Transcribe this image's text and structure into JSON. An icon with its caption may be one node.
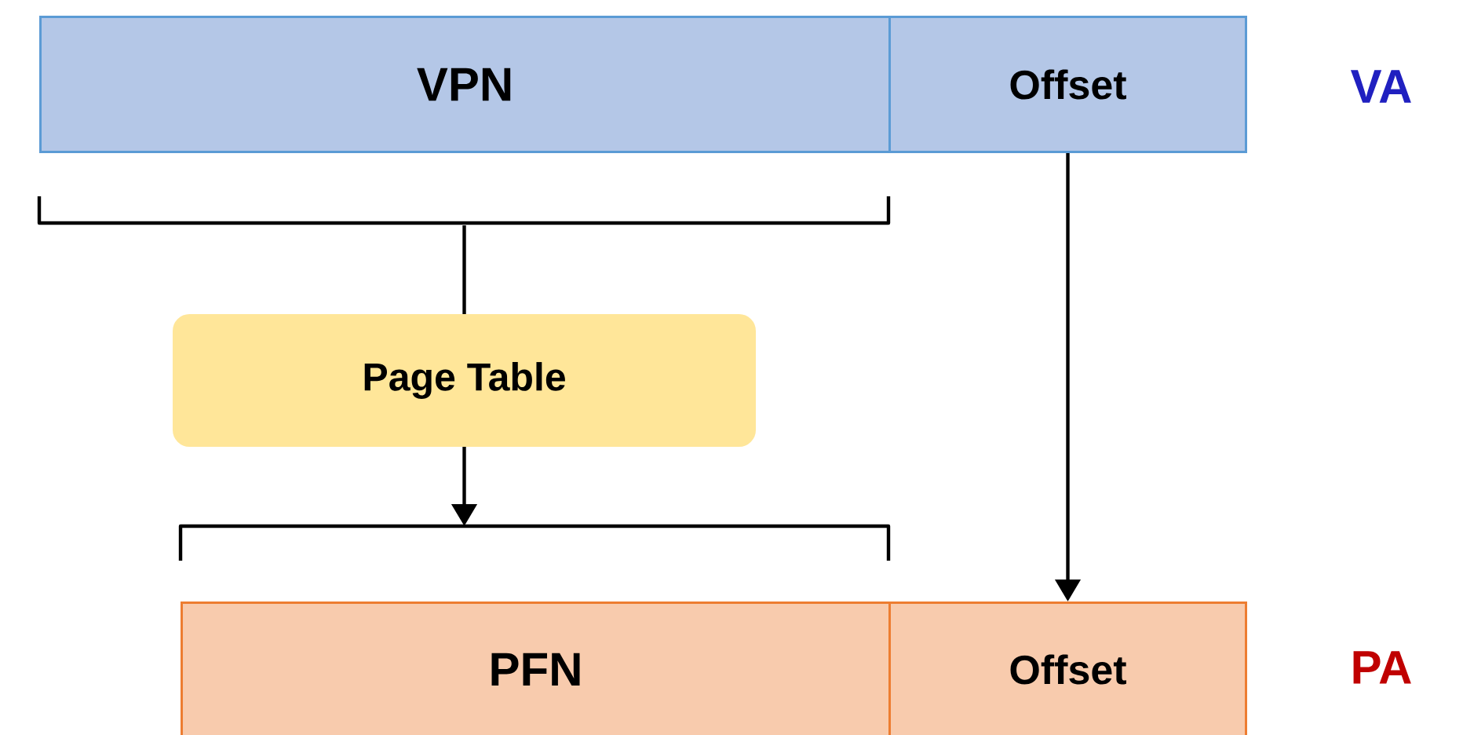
{
  "diagram": {
    "nodes": [
      {
        "text": [
          "VPN"
        ]
      },
      {
        "text": [
          "Offset"
        ]
      },
      {
        "text": [
          "Page Table"
        ]
      },
      {
        "text": [
          "PFN"
        ]
      },
      {
        "text": [
          "Offset"
        ]
      }
    ],
    "edges": [
      {
        "from": 0,
        "to": 2,
        "arrow": "none"
      },
      {
        "from": 2,
        "to": 3,
        "arrow": "to"
      },
      {
        "from": 1,
        "to": 4,
        "arrow": "to"
      }
    ],
    "labels": [
      "VA",
      "PA"
    ]
  }
}
